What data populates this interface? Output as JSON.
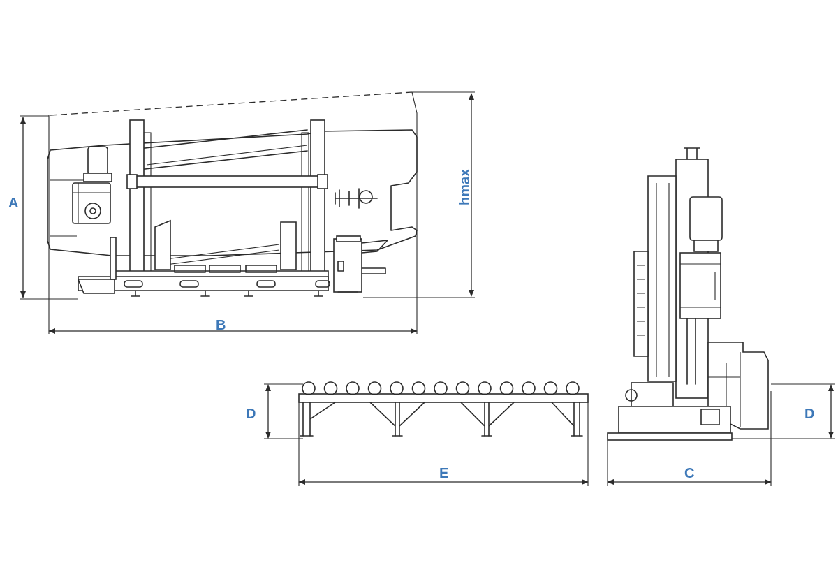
{
  "dimensions": {
    "a": "A",
    "b": "B",
    "c": "C",
    "d_left": "D",
    "d_right": "D",
    "e": "E",
    "hmax": "hmax"
  },
  "colors": {
    "label": "#3d78b8",
    "line": "#2b2b2b",
    "background": "#ffffff"
  }
}
